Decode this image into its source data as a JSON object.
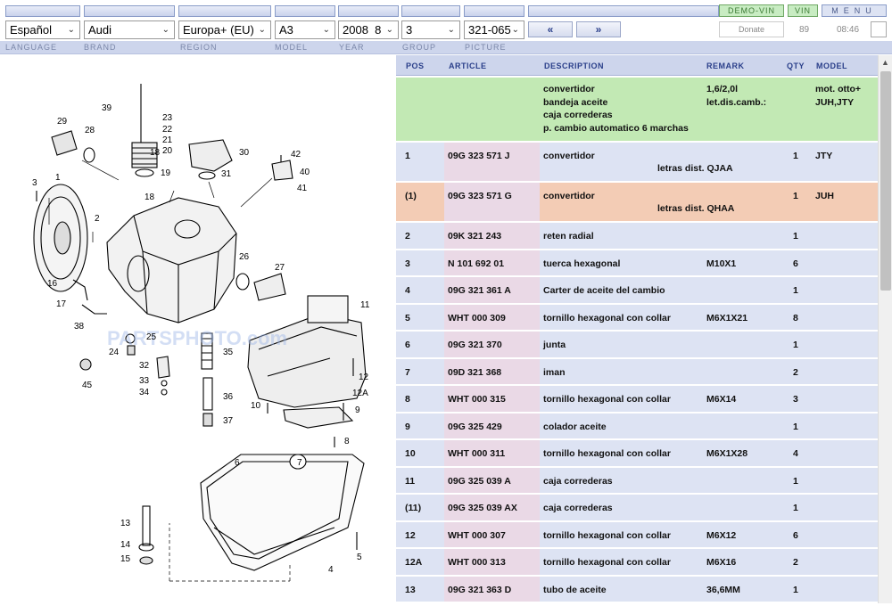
{
  "topbar": {
    "demo_vin": "DEMO-VIN",
    "vin": "VIN",
    "menu": "MENU"
  },
  "selectors": {
    "language": "Español",
    "brand": "Audi",
    "region": "Europa+ (EU)",
    "model": "A3",
    "year": "2008",
    "year_month": "8",
    "group": "3",
    "picture": "321-065"
  },
  "nav": {
    "prev": "«",
    "next": "»"
  },
  "status": {
    "donate": "Donate",
    "count": "89",
    "time": "08:46"
  },
  "labels": {
    "language": "LANGUAGE",
    "brand": "BRAND",
    "region": "REGION",
    "model": "MODEL",
    "year": "YEAR",
    "group": "GROUP",
    "picture": "PICTURE"
  },
  "diagram": {
    "callouts": [
      "1",
      "2",
      "3",
      "4",
      "5",
      "6",
      "7",
      "8",
      "9",
      "10",
      "11",
      "12",
      "12A",
      "13",
      "14",
      "15",
      "16",
      "17",
      "18",
      "18",
      "19",
      "20",
      "21",
      "22",
      "23",
      "24",
      "25",
      "26",
      "27",
      "28",
      "29",
      "30",
      "31",
      "32",
      "33",
      "34",
      "35",
      "36",
      "37",
      "38",
      "39",
      "40",
      "41",
      "42",
      "45"
    ],
    "watermark": "PARTSPHOTO.com"
  },
  "table": {
    "headers": {
      "pos": "POS",
      "article": "ARTICLE",
      "description": "DESCRIPTION",
      "remark": "REMARK",
      "qty": "QTY",
      "model": "MODEL"
    },
    "header_row": {
      "description": [
        "convertidor",
        "bandeja aceite",
        "caja correderas",
        "p. cambio automatico 6 marchas"
      ],
      "remark": [
        "1,6/2,0l",
        "let.dis.camb.:"
      ],
      "model": [
        "mot. otto+",
        "JUH,JTY"
      ]
    },
    "rows": [
      {
        "pos": "1",
        "article": "09G 323 571 J",
        "description": "convertidor",
        "sub": "letras dist. QJAA",
        "remark": "",
        "qty": "1",
        "model": "JTY"
      },
      {
        "pos": "(1)",
        "article": "09G 323 571 G",
        "description": "convertidor",
        "sub": "letras dist. QHAA",
        "remark": "",
        "qty": "1",
        "model": "JUH"
      },
      {
        "pos": "2",
        "article": "09K 321 243",
        "description": "reten radial",
        "remark": "",
        "qty": "1",
        "model": ""
      },
      {
        "pos": "3",
        "article": "N  101 692 01",
        "description": "tuerca hexagonal",
        "remark": "M10X1",
        "qty": "6",
        "model": ""
      },
      {
        "pos": "4",
        "article": "09G 321 361 A",
        "description": "Carter de aceite del cambio",
        "remark": "",
        "qty": "1",
        "model": ""
      },
      {
        "pos": "5",
        "article": "WHT 000 309",
        "description": "tornillo hexagonal con collar",
        "remark": "M6X1X21",
        "qty": "8",
        "model": ""
      },
      {
        "pos": "6",
        "article": "09G 321 370",
        "description": "junta",
        "remark": "",
        "qty": "1",
        "model": ""
      },
      {
        "pos": "7",
        "article": "09D 321 368",
        "description": "iman",
        "remark": "",
        "qty": "2",
        "model": ""
      },
      {
        "pos": "8",
        "article": "WHT 000 315",
        "description": "tornillo hexagonal con collar",
        "remark": "M6X14",
        "qty": "3",
        "model": ""
      },
      {
        "pos": "9",
        "article": "09G 325 429",
        "description": "colador aceite",
        "remark": "",
        "qty": "1",
        "model": ""
      },
      {
        "pos": "10",
        "article": "WHT 000 311",
        "description": "tornillo hexagonal con collar",
        "remark": "M6X1X28",
        "qty": "4",
        "model": ""
      },
      {
        "pos": "11",
        "article": "09G 325 039 A",
        "description": "caja correderas",
        "remark": "",
        "qty": "1",
        "model": ""
      },
      {
        "pos": "(11)",
        "article": "09G 325 039 AX",
        "description": "caja correderas",
        "remark": "",
        "qty": "1",
        "model": ""
      },
      {
        "pos": "12",
        "article": "WHT 000 307",
        "description": "tornillo hexagonal con collar",
        "remark": "M6X12",
        "qty": "6",
        "model": ""
      },
      {
        "pos": "12A",
        "article": "WHT 000 313",
        "description": "tornillo hexagonal con collar",
        "remark": "M6X16",
        "qty": "2",
        "model": ""
      },
      {
        "pos": "13",
        "article": "09G 321 363 D",
        "description": "tubo de aceite",
        "remark": "36,6MM",
        "qty": "1",
        "model": ""
      }
    ],
    "colors": {
      "header_row": "#c2e9b4",
      "row": "#dde3f3",
      "highlight": "#f3ccb5",
      "article_col": "#ead9e6"
    }
  }
}
